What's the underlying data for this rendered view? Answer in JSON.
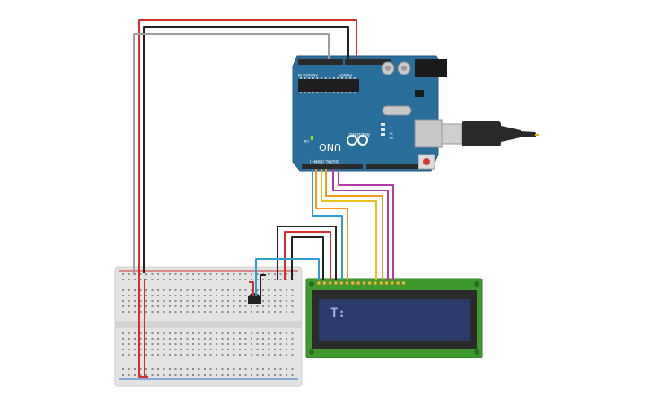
{
  "board": {
    "brand": "ARDUINO",
    "model": "UNO",
    "digital_header": "DIGITAL (PWM~)",
    "analog_header": "ANALOG IN",
    "power_header": "POWER",
    "led_tx": "TX",
    "led_rx": "RX",
    "led_l": "L",
    "led_on": "ON"
  },
  "lcd": {
    "display_text": "T:"
  },
  "colors": {
    "board_blue": "#2a6f9b",
    "wire_red": "#d32f2f",
    "wire_black": "#222222",
    "wire_gray": "#9e9e9e",
    "wire_blue": "#2b9fd1",
    "wire_orange": "#f59b1b",
    "wire_yellow": "#e8c21a",
    "wire_purple": "#b03aa6",
    "lcd_pcb": "#3f9a2e",
    "lcd_screen": "#2a3a6a"
  }
}
